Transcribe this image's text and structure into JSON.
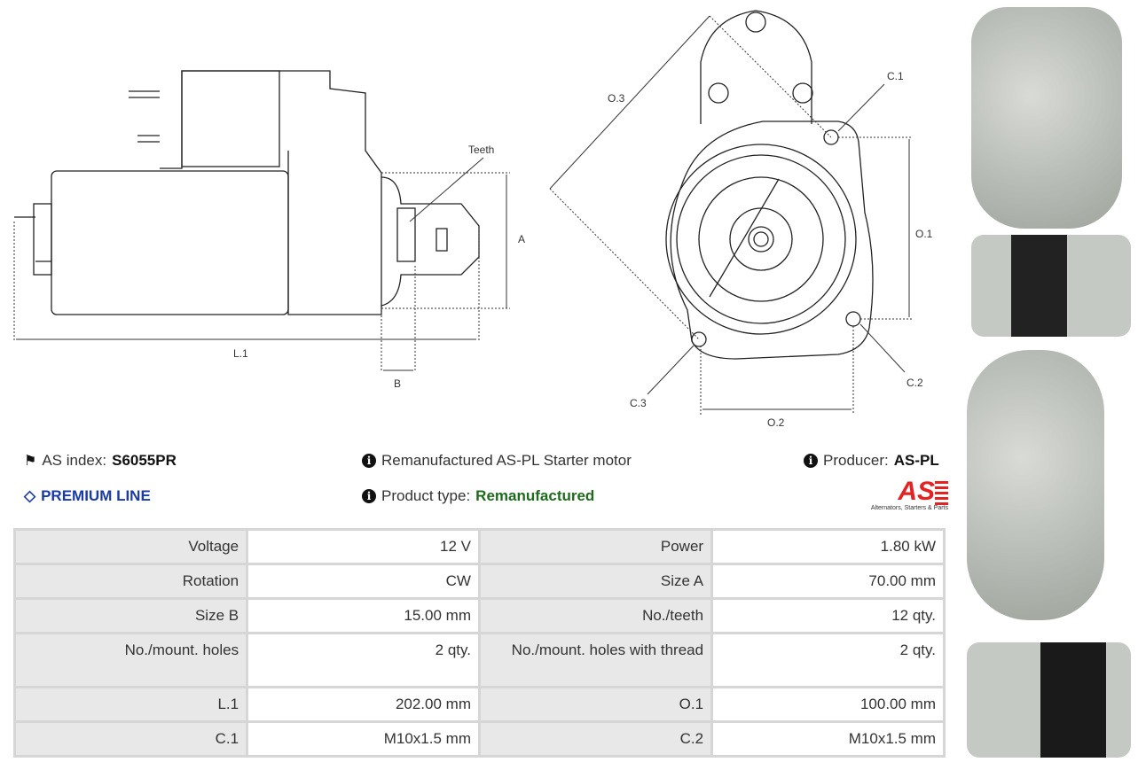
{
  "diagram": {
    "labels": {
      "teeth": "Teeth",
      "a": "A",
      "b": "B",
      "l1": "L.1",
      "o1": "O.1",
      "o2": "O.2",
      "o3": "O.3",
      "c1": "C.1",
      "c2": "C.2",
      "c3": "C.3"
    }
  },
  "info": {
    "index_label": "AS index:",
    "index_value": "S6055PR",
    "premium": "PREMIUM LINE",
    "description": "Remanufactured AS-PL Starter motor",
    "product_type_label": "Product type:",
    "product_type_value": "Remanufactured",
    "producer_label": "Producer:",
    "producer_value": "AS-PL",
    "logo_text": "AS",
    "logo_tagline": "Alternators, Starters & Parts"
  },
  "colors": {
    "premium": "#1a3aa6",
    "remanufactured": "#1e6b1e",
    "logo": "#e32222"
  },
  "specs": [
    [
      {
        "k": "Voltage",
        "v": "12 V"
      },
      {
        "k": "Power",
        "v": "1.80 kW"
      }
    ],
    [
      {
        "k": "Rotation",
        "v": "CW"
      },
      {
        "k": "Size A",
        "v": "70.00 mm"
      }
    ],
    [
      {
        "k": "Size B",
        "v": "15.00 mm"
      },
      {
        "k": "No./teeth",
        "v": "12 qty."
      }
    ],
    [
      {
        "k": "No./mount. holes",
        "v": "2 qty."
      },
      {
        "k": "No./mount. holes with thread",
        "v": "2 qty."
      }
    ],
    [
      {
        "k": "L.1",
        "v": "202.00 mm"
      },
      {
        "k": "O.1",
        "v": "100.00 mm"
      }
    ],
    [
      {
        "k": "C.1",
        "v": "M10x1.5 mm"
      },
      {
        "k": "C.2",
        "v": "M10x1.5 mm"
      }
    ]
  ]
}
